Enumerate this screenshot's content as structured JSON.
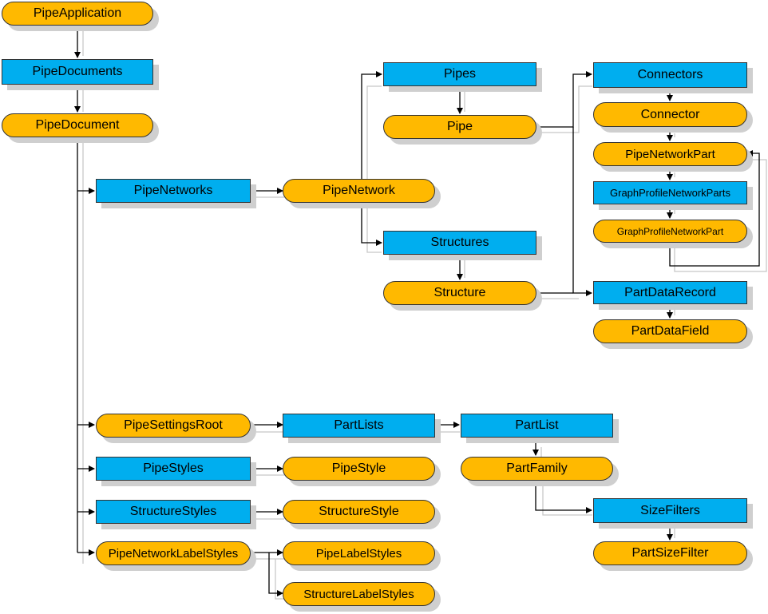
{
  "diagram": {
    "nodes": {
      "pipe_application": "PipeApplication",
      "pipe_documents": "PipeDocuments",
      "pipe_document": "PipeDocument",
      "pipe_networks": "PipeNetworks",
      "pipe_network": "PipeNetwork",
      "pipes": "Pipes",
      "pipe": "Pipe",
      "structures": "Structures",
      "structure": "Structure",
      "connectors": "Connectors",
      "connector": "Connector",
      "pipe_network_part": "PipeNetworkPart",
      "graph_profile_network_parts": "GraphProfileNetworkParts",
      "graph_profile_network_part": "GraphProfileNetworkPart",
      "part_data_record": "PartDataRecord",
      "part_data_field": "PartDataField",
      "pipe_settings_root": "PipeSettingsRoot",
      "part_lists": "PartLists",
      "part_list": "PartList",
      "part_family": "PartFamily",
      "size_filters": "SizeFilters",
      "part_size_filter": "PartSizeFilter",
      "pipe_styles": "PipeStyles",
      "pipe_style": "PipeStyle",
      "structure_styles": "StructureStyles",
      "structure_style": "StructureStyle",
      "pipe_network_label_styles": "PipeNetworkLabelStyles",
      "pipe_label_styles": "PipeLabelStyles",
      "structure_label_styles": "StructureLabelStyles"
    },
    "colors": {
      "collection": "#00aeef",
      "object": "#ffb900",
      "connector": "#000000",
      "shadow": "#cfcfcf"
    }
  }
}
